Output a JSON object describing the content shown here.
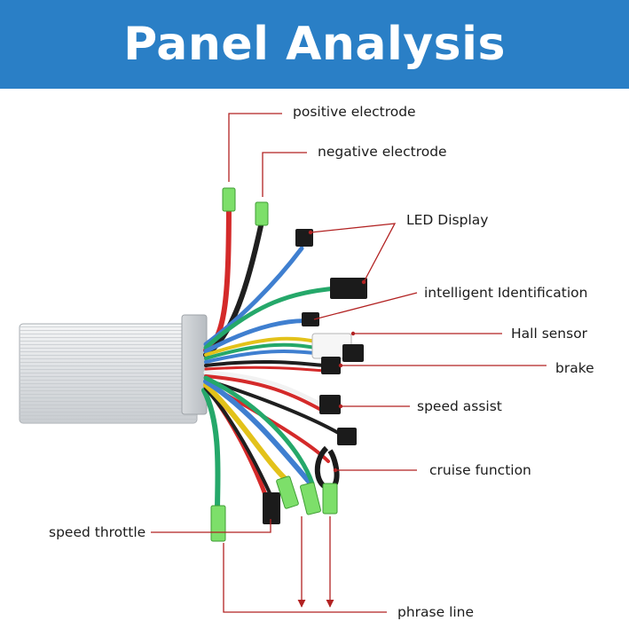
{
  "header": {
    "title": "Panel Analysis"
  },
  "labels": {
    "positive_electrode": "positive electrode",
    "negative_electrode": "negative electrode",
    "led_display": "LED Display",
    "intelligent_identification": "intelligent Identification",
    "hall_sensor": "Hall sensor",
    "brake": "brake",
    "speed_assist": "speed assist",
    "cruise_function": "cruise function",
    "speed_throttle": "speed throttle",
    "phrase_line": "phrase line"
  },
  "colors": {
    "banner": "#2a7fc6",
    "callout_line": "#b22222",
    "wire_red": "#d42a2a",
    "wire_black": "#1f1f1f",
    "wire_blue": "#3f7fd0",
    "wire_green": "#25a86a",
    "wire_yellow": "#e3c21a"
  }
}
